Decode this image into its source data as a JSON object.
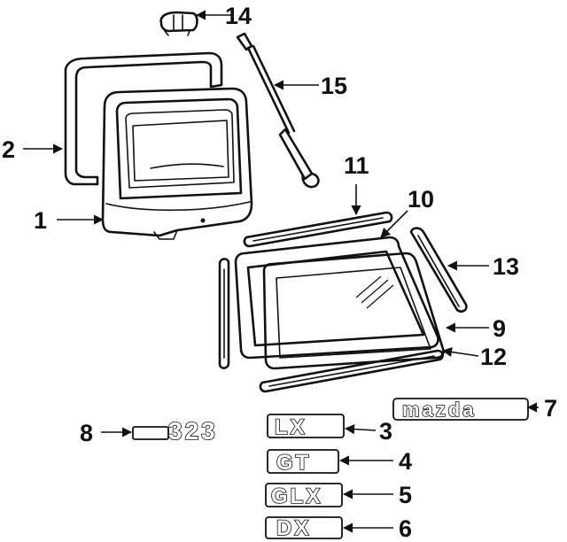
{
  "callouts": [
    {
      "id": "1",
      "label": "1"
    },
    {
      "id": "2",
      "label": "2"
    },
    {
      "id": "3",
      "label": "3"
    },
    {
      "id": "4",
      "label": "4"
    },
    {
      "id": "5",
      "label": "5"
    },
    {
      "id": "6",
      "label": "6"
    },
    {
      "id": "7",
      "label": "7"
    },
    {
      "id": "8",
      "label": "8"
    },
    {
      "id": "9",
      "label": "9"
    },
    {
      "id": "10",
      "label": "10"
    },
    {
      "id": "11",
      "label": "11"
    },
    {
      "id": "12",
      "label": "12"
    },
    {
      "id": "13",
      "label": "13"
    },
    {
      "id": "14",
      "label": "14"
    },
    {
      "id": "15",
      "label": "15"
    }
  ],
  "emblems": {
    "e323": "323",
    "lx": "LX",
    "gt": "GT",
    "glx": "GLX",
    "dx": "DX",
    "mazda": "mazda"
  }
}
